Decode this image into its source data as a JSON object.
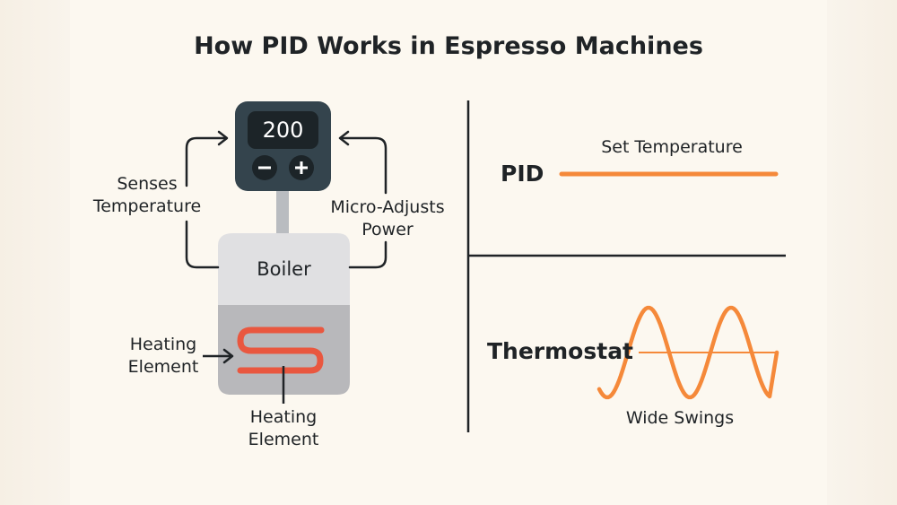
{
  "title": "How PID Works in Espresso Machines",
  "controller": {
    "display_value": "200",
    "minus_symbol": "−",
    "plus_symbol": "+"
  },
  "boiler_label": "Boiler",
  "labels": {
    "senses_line1": "Senses",
    "senses_line2": "Temperature",
    "micro_line1": "Micro-Adjusts",
    "micro_line2": "Power",
    "heating_left_line1": "Heating",
    "heating_left_line2": "Element",
    "heating_bottom_line1": "Heating",
    "heating_bottom_line2": "Element"
  },
  "comparison": {
    "pid_label": "PID",
    "set_temperature_label": "Set Temperature",
    "thermostat_label": "Thermostat",
    "wide_swings_label": "Wide Swings"
  },
  "colors": {
    "accent_orange": "#f5893a",
    "heating_coil": "#e9573f",
    "controller_body": "#34444d",
    "boiler_top": "#e0e0e2",
    "boiler_bottom": "#b8b8bb"
  },
  "icons": [
    "minus-icon",
    "plus-icon",
    "arrow-icon"
  ]
}
